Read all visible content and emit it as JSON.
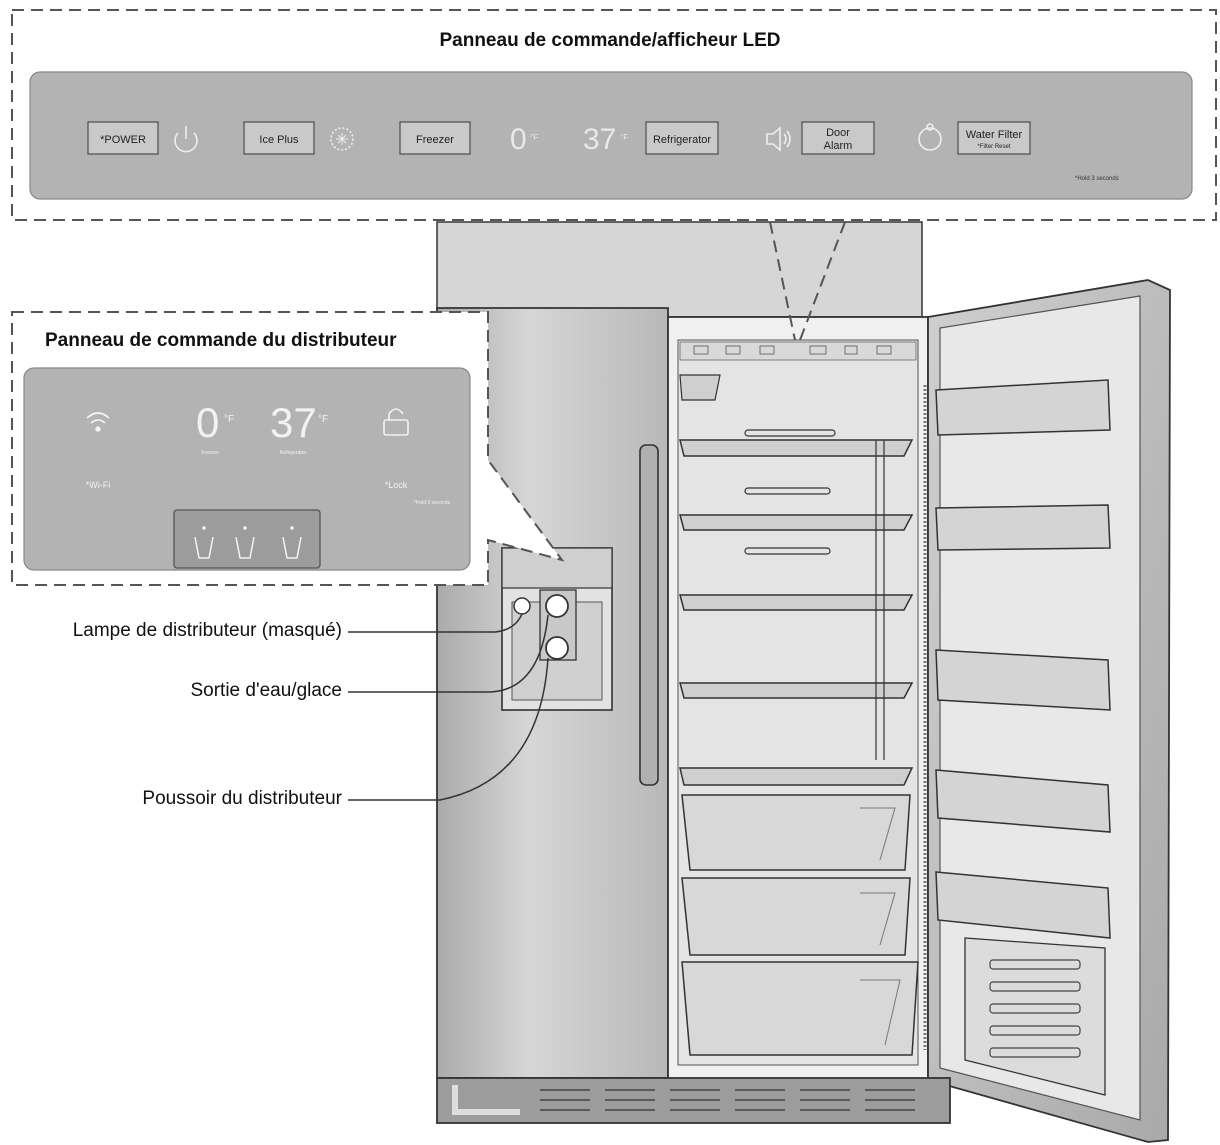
{
  "led_panel": {
    "title": "Panneau de commande/afficheur LED",
    "buttons": {
      "power": "*POWER",
      "ice_plus": "Ice Plus",
      "freezer": "Freezer",
      "refrigerator": "Refrigerator",
      "door_alarm_line1": "Door",
      "door_alarm_line2": "Alarm",
      "water_filter_line1": "Water Filter",
      "water_filter_line2": "*Filter Reset"
    },
    "freezer_display": "0",
    "freezer_unit": "°F",
    "fridge_display": "37",
    "fridge_unit": "°F",
    "hold_note": "*Hold 3 seconds"
  },
  "dispenser_panel": {
    "title": "Panneau de commande du distributeur",
    "wifi_label": "*Wi-Fi",
    "lock_label": "*Lock",
    "lock_note": "*Hold 3 seconds",
    "freezer_display": "0",
    "freezer_unit": "°F",
    "freezer_label": "Freezer",
    "fridge_display": "37",
    "fridge_unit": "°F",
    "fridge_label": "Refrigerator"
  },
  "callouts": {
    "lamp": "Lampe de distributeur (masqué)",
    "outlet": "Sortie d'eau/glace",
    "pusher": "Poussoir du distributeur"
  },
  "colors": {
    "panel": "#b3b3b3",
    "panel_dark": "#9c9c9c",
    "steel": "#c4c4c4",
    "outline": "#333333",
    "interior": "#e6e6e6"
  }
}
